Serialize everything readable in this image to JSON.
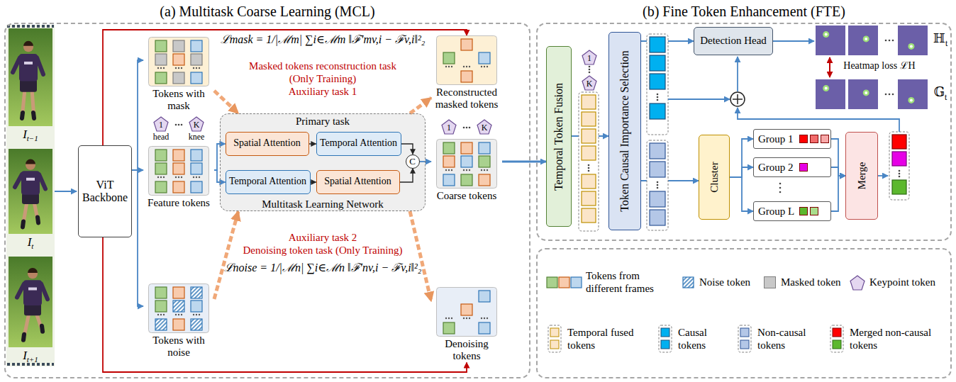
{
  "diagram": {
    "nodes": [
      {
        "text": [
          "(a) Multitask Coarse Learning (MCL)"
        ]
      },
      {
        "text": [
          "(b) Fine Token Enhancement (FTE)"
        ]
      },
      {
        "text": [
          "ViT Backbone"
        ],
        "in": 0
      },
      {
        "text": [
          "Tokens with mask"
        ],
        "in": 0
      },
      {
        "text": [
          "1"
        ],
        "in": 0
      },
      {
        "text": [
          "K"
        ],
        "in": 0
      },
      {
        "text": [
          "Feature tokens"
        ],
        "in": 0
      },
      {
        "text": [
          "Tokens with noise"
        ],
        "in": 0
      },
      {
        "text": [
          "Primary task",
          "Multitask Learning Network"
        ],
        "in": 0
      },
      {
        "text": [
          "Spatial Attention"
        ],
        "in": 8
      },
      {
        "text": [
          "Temporal Attention"
        ],
        "in": 8
      },
      {
        "text": [
          "Temporal Attention"
        ],
        "in": 8
      },
      {
        "text": [
          "Spatial Attention"
        ],
        "in": 8
      },
      {
        "text": [
          "C"
        ],
        "in": 8
      },
      {
        "text": [
          "Reconstructed masked tokens"
        ],
        "in": 0
      },
      {
        "text": [
          "1"
        ],
        "in": 0
      },
      {
        "text": [
          "K"
        ],
        "in": 0
      },
      {
        "text": [
          "Coarse tokens"
        ],
        "in": 0
      },
      {
        "text": [
          "Denoising tokens"
        ],
        "in": 0
      },
      {
        "text": [
          "Temporal Token Fusion"
        ],
        "in": 1
      },
      {
        "text": [
          "1"
        ],
        "in": 1
      },
      {
        "text": [
          "K"
        ],
        "in": 1
      },
      {
        "text": [
          "Token Causal Importance Selection"
        ],
        "in": 1
      },
      {
        "text": [
          "Detection Head"
        ],
        "in": 1
      },
      {
        "text": [
          "Cluster"
        ],
        "in": 1
      },
      {
        "text": [
          "Group 1"
        ],
        "in": 1
      },
      {
        "text": [
          "Group 2"
        ],
        "in": 1
      },
      {
        "text": [
          "Group L"
        ],
        "in": 1
      },
      {
        "text": [
          "Merge"
        ],
        "in": 1
      }
    ],
    "edges": [
      {
        "from": 2,
        "to": 3,
        "arrow": "to"
      },
      {
        "from": 2,
        "to": 6,
        "arrow": "to"
      },
      {
        "from": 2,
        "to": 7,
        "arrow": "to"
      },
      {
        "from": 2,
        "to": 14,
        "arrow": "to"
      },
      {
        "from": 2,
        "to": 18,
        "arrow": "to"
      },
      {
        "from": 6,
        "to": 9,
        "arrow": "to"
      },
      {
        "from": 6,
        "to": 11,
        "arrow": "to"
      },
      {
        "from": 9,
        "to": 10,
        "arrow": "to"
      },
      {
        "from": 11,
        "to": 12,
        "arrow": "to"
      },
      {
        "from": 10,
        "to": 13,
        "arrow": "to"
      },
      {
        "from": 12,
        "to": 13,
        "arrow": "to"
      },
      {
        "from": 13,
        "to": 17,
        "arrow": "to"
      },
      {
        "from": 3,
        "to": 8,
        "arrow": "to"
      },
      {
        "from": 8,
        "to": 14,
        "arrow": "to"
      },
      {
        "from": 7,
        "to": 8,
        "arrow": "to"
      },
      {
        "from": 8,
        "to": 18,
        "arrow": "to"
      },
      {
        "from": 17,
        "to": 19,
        "arrow": "to"
      },
      {
        "from": 19,
        "to": 22,
        "arrow": "to"
      },
      {
        "from": 22,
        "to": 23,
        "arrow": "to"
      },
      {
        "from": 22,
        "to": 24,
        "arrow": "to"
      },
      {
        "from": 24,
        "to": 25,
        "arrow": "to"
      },
      {
        "from": 24,
        "to": 26,
        "arrow": "to"
      },
      {
        "from": 24,
        "to": 27,
        "arrow": "to"
      },
      {
        "from": 25,
        "to": 28,
        "arrow": "to"
      },
      {
        "from": 26,
        "to": 28,
        "arrow": "to"
      },
      {
        "from": 27,
        "to": 28,
        "arrow": "to"
      }
    ],
    "labels": [
      "It−1",
      "It",
      "It+1",
      "ℒmask = 1/|ℳm| ∑i∈ℳm ‖ℱ′mv,i − ℱv,i‖²₂",
      "Masked tokens reconstruction task",
      "(Only Training)",
      "Auxiliary task 1",
      "head",
      "knee",
      "Auxiliary task 2",
      "Denoising token task (Only Training)",
      "ℒnoise = 1/|ℳn| ∑i∈ℳn ‖ℱ′nv,i − ℱv,i‖²₂",
      "ℍt",
      "Heatmap loss ℒH",
      "𝔾t"
    ],
    "legend": [
      {
        "text": "Tokens from different frames"
      },
      {
        "text": "Noise token"
      },
      {
        "text": "Masked token",
        "color": "#c8c8c8"
      },
      {
        "text": "Keypoint token"
      },
      {
        "text": "Temporal fused tokens"
      },
      {
        "text": "Causal tokens"
      },
      {
        "text": "Non-causal tokens"
      },
      {
        "text": "Merged non-causal tokens"
      }
    ]
  }
}
